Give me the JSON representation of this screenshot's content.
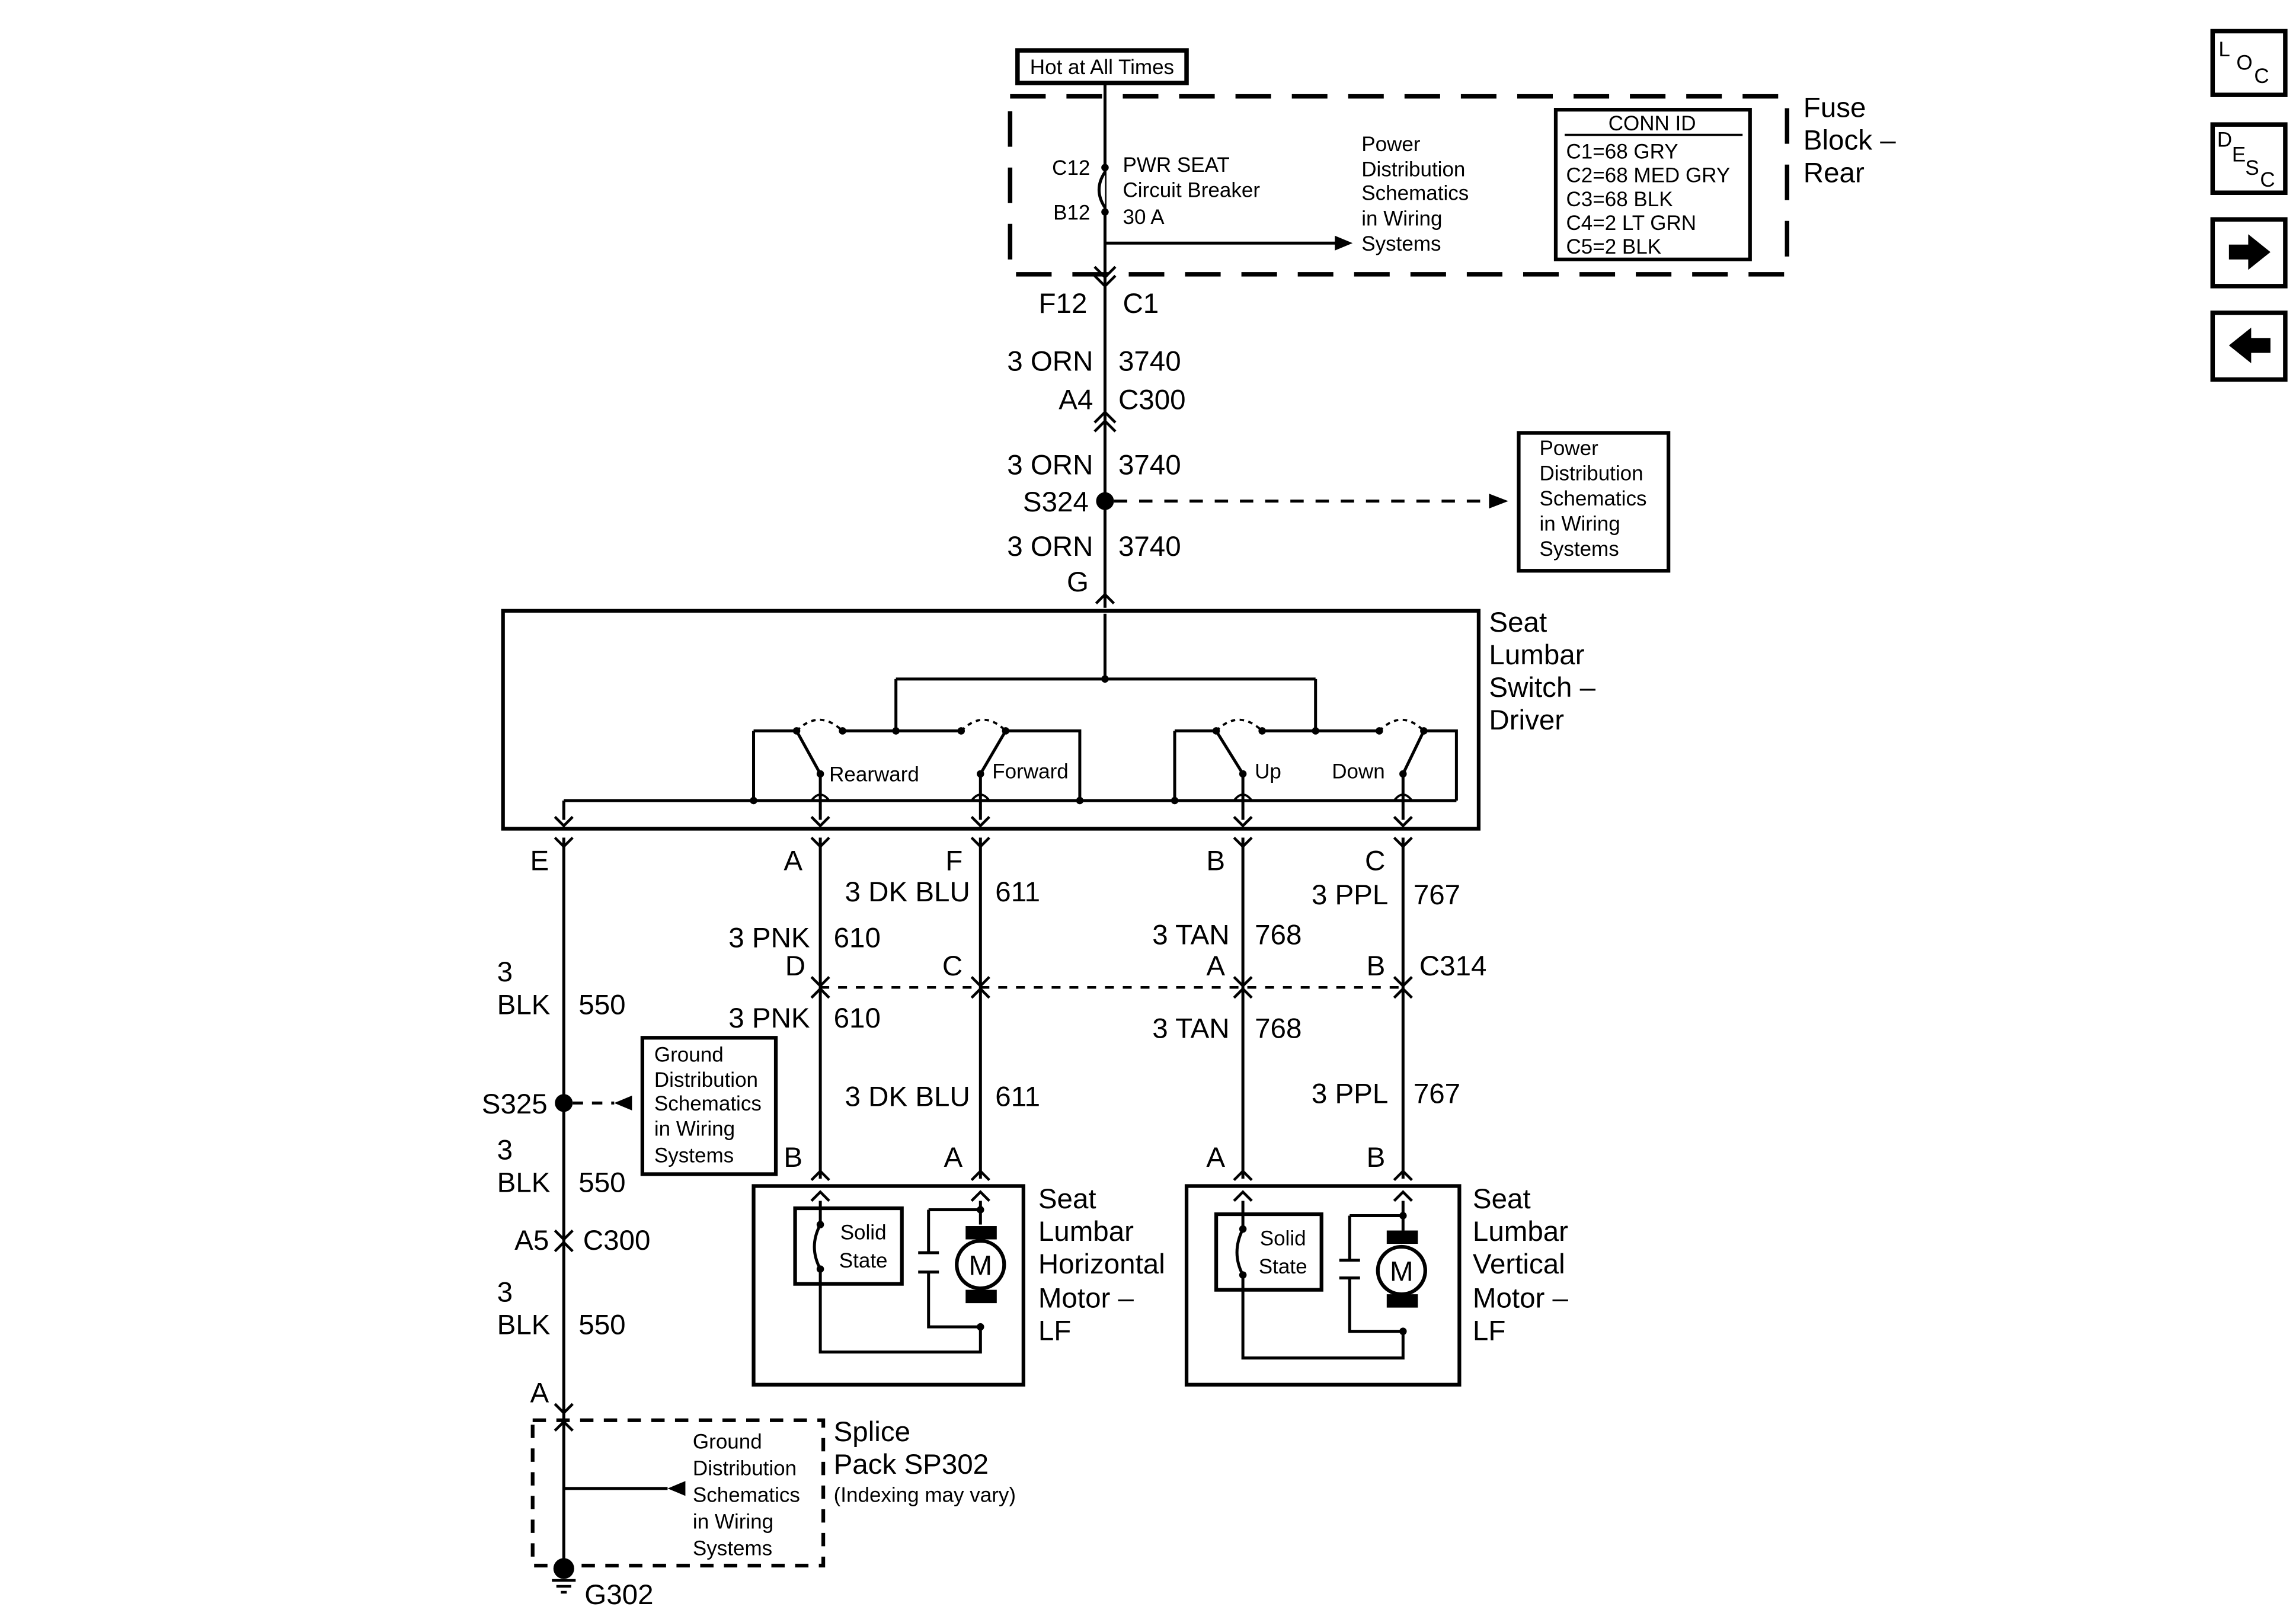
{
  "top_label": "Hot at All Times",
  "fuse_block": {
    "name": "Fuse Block – Rear",
    "name_lines": [
      "Fuse",
      "Block –",
      "Rear"
    ],
    "pin_top": "C12",
    "pin_bottom": "B12",
    "breaker_lines": [
      "PWR SEAT",
      "Circuit Breaker",
      "30 A"
    ],
    "power_ref_lines": [
      "Power",
      "Distribution",
      "Schematics",
      "in Wiring",
      "Systems"
    ],
    "conn_id": {
      "title": "CONN ID",
      "rows": [
        "C1=68 GRY",
        "C2=68 MED GRY",
        "C3=68 BLK",
        "C4=2 LT GRN",
        "C5=2 BLK"
      ]
    }
  },
  "connector_f12": {
    "pin": "F12",
    "conn": "C1"
  },
  "wire_3740_a": {
    "gauge": "3 ORN",
    "circuit": "3740"
  },
  "connector_a4": {
    "pin": "A4",
    "conn": "C300"
  },
  "wire_3740_b": {
    "gauge": "3 ORN",
    "circuit": "3740"
  },
  "splice_s324": {
    "name": "S324"
  },
  "power_ref_box": {
    "lines": [
      "Power",
      "Distribution",
      "Schematics",
      "in Wiring",
      "Systems"
    ]
  },
  "wire_3740_c": {
    "gauge": "3 ORN",
    "circuit": "3740"
  },
  "connector_g": {
    "pin": "G"
  },
  "switch": {
    "name_lines": [
      "Seat",
      "Lumbar",
      "Switch –",
      "Driver"
    ],
    "labels": {
      "rearward": "Rearward",
      "forward": "Forward",
      "up": "Up",
      "down": "Down"
    }
  },
  "switch_pins": {
    "e": "E",
    "a": "A",
    "f": "F",
    "b": "B",
    "c": "C"
  },
  "wire_611_top": {
    "gauge": "3 DK BLU",
    "circuit": "611"
  },
  "wire_767_top": {
    "gauge": "3 PPL",
    "circuit": "767"
  },
  "wire_610_top": {
    "gauge": "3 PNK",
    "circuit": "610"
  },
  "wire_768_top": {
    "gauge": "3 TAN",
    "circuit": "768"
  },
  "c314": {
    "pin_d": "D",
    "pin_c": "C",
    "pin_a": "A",
    "pin_b": "B",
    "name": "C314"
  },
  "wire_550_top": {
    "gauge_lines": [
      "3",
      "BLK"
    ],
    "circuit": "550"
  },
  "wire_610_bottom": {
    "gauge": "3 PNK",
    "circuit": "610"
  },
  "wire_768_bottom": {
    "gauge": "3 TAN",
    "circuit": "768"
  },
  "ground_ref_box": {
    "lines": [
      "Ground",
      "Distribution",
      "Schematics",
      "in Wiring",
      "Systems"
    ]
  },
  "splice_s325": {
    "name": "S325"
  },
  "wire_611_bottom": {
    "gauge": "3 DK BLU",
    "circuit": "611"
  },
  "wire_767_bottom": {
    "gauge": "3 PPL",
    "circuit": "767"
  },
  "wire_550_mid": {
    "gauge_lines": [
      "3",
      "BLK"
    ],
    "circuit": "550"
  },
  "motor_pins": {
    "h_b": "B",
    "h_a": "A",
    "v_a": "A",
    "v_b": "B"
  },
  "connector_a5": {
    "pin": "A5",
    "conn": "C300"
  },
  "wire_550_bottom": {
    "gauge_lines": [
      "3",
      "BLK"
    ],
    "circuit": "550"
  },
  "horizontal_motor": {
    "name_lines": [
      "Seat",
      "Lumbar",
      "Horizontal",
      "Motor –",
      "LF"
    ],
    "solid_state_lines": [
      "Solid",
      "State"
    ],
    "motor_symbol": "M"
  },
  "vertical_motor": {
    "name_lines": [
      "Seat",
      "Lumbar",
      "Vertical",
      "Motor –",
      "LF"
    ],
    "solid_state_lines": [
      "Solid",
      "State"
    ],
    "motor_symbol": "M"
  },
  "connector_sp_a": {
    "pin": "A"
  },
  "splice_pack": {
    "name_lines": [
      "Splice",
      "Pack  SP302"
    ],
    "note": "(Indexing may vary)",
    "ground_ref_lines": [
      "Ground",
      "Distribution",
      "Schematics",
      "in Wiring",
      "Systems"
    ]
  },
  "ground_g302": {
    "name": "G302"
  },
  "nav": {
    "loc": {
      "icon": "loc-icon",
      "chars": [
        "L",
        "O",
        "C"
      ]
    },
    "desc": {
      "icon": "desc-icon",
      "chars": [
        "D",
        "E",
        "S",
        "C"
      ]
    },
    "next": {
      "icon": "arrow-right-icon"
    },
    "prev": {
      "icon": "arrow-left-icon"
    }
  }
}
